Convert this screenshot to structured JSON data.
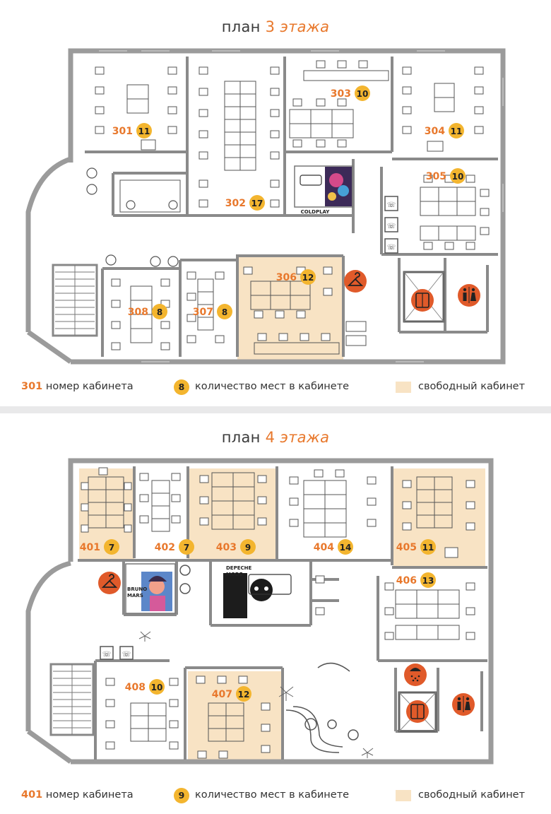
{
  "floor3": {
    "title": {
      "word": "план",
      "number": "3",
      "floor_word": "этажа"
    },
    "rooms": [
      {
        "number": "301",
        "seats": "11",
        "free": false
      },
      {
        "number": "302",
        "seats": "17",
        "free": false
      },
      {
        "number": "303",
        "seats": "10",
        "free": false
      },
      {
        "number": "304",
        "seats": "11",
        "free": false
      },
      {
        "number": "305",
        "seats": "10",
        "free": false
      },
      {
        "number": "306",
        "seats": "12",
        "free": true
      },
      {
        "number": "307",
        "seats": "8",
        "free": false
      },
      {
        "number": "308",
        "seats": "8",
        "free": false
      }
    ],
    "meeting_room_label": "COLDPLAY",
    "legend": {
      "room_number_example": "301",
      "room_number_text": "номер кабинета",
      "seats_example": "8",
      "seats_text": "количество мест в кабинете",
      "free_text": "свободный кабинет"
    }
  },
  "floor4": {
    "title": {
      "word": "план",
      "number": "4",
      "floor_word": "этажа"
    },
    "rooms": [
      {
        "number": "401",
        "seats": "7",
        "free": true
      },
      {
        "number": "402",
        "seats": "7",
        "free": false
      },
      {
        "number": "403",
        "seats": "9",
        "free": true
      },
      {
        "number": "404",
        "seats": "14",
        "free": false
      },
      {
        "number": "405",
        "seats": "11",
        "free": true
      },
      {
        "number": "406",
        "seats": "13",
        "free": false
      },
      {
        "number": "407",
        "seats": "12",
        "free": true
      },
      {
        "number": "408",
        "seats": "10",
        "free": false
      }
    ],
    "meeting_room_labels": [
      "BRUNO MARS",
      "DEPECHE MODE"
    ],
    "legend": {
      "room_number_example": "401",
      "room_number_text": "номер кабинета",
      "seats_example": "9",
      "seats_text": "количество мест в кабинете",
      "free_text": "свободный кабинет"
    }
  },
  "colors": {
    "accent": "#e8782c",
    "badge": "#f3b52f",
    "free_room": "#f8e3c4",
    "wall": "#9b9b9b",
    "text": "#333333"
  },
  "icons": [
    "hanger-icon",
    "elevator-icon",
    "restroom-icon",
    "shower-icon",
    "phone-booth-icon"
  ]
}
